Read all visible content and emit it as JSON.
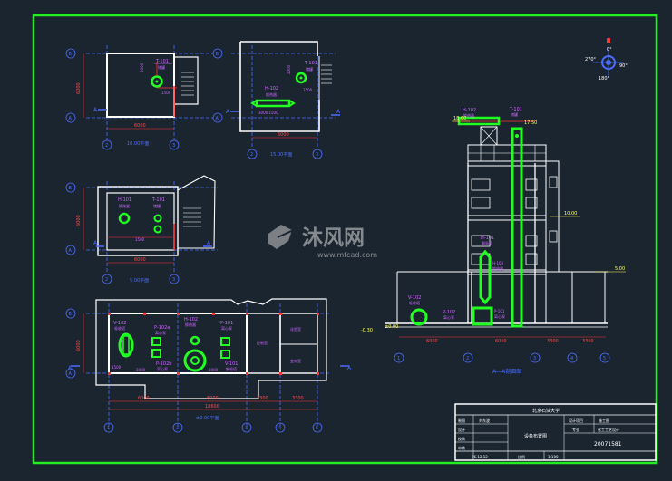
{
  "colors": {
    "background": "#1b2530",
    "frame": "#22ee22",
    "axis": "#4c6cff",
    "wall": "#ffffff",
    "equipment": "#22ff22",
    "label": "#cc66ff",
    "dimension": "#ff4a4a",
    "cyan": "#33e0ff",
    "yellow": "#ffff55"
  },
  "plan_top_left": {
    "scale_label": "10.00平面",
    "dim": "6000",
    "side_dim": "6000",
    "axis_left": [
      "B",
      "A"
    ],
    "axis_bottom": [
      "2",
      "3"
    ],
    "tag_t": "T-101"
  },
  "plan_top_right": {
    "scale_label": "15.00平面",
    "dim": "6000",
    "axis_left": [
      "B",
      "A"
    ],
    "axis_bottom": [
      "2",
      "3"
    ],
    "tag_t": "T-101",
    "tag_h": "H-102"
  },
  "plan_middle": {
    "scale_label": "5.00平面",
    "dim": "6000",
    "side_dim": "6000",
    "axis_left": [
      "B",
      "A"
    ],
    "axis_bottom": [
      "2",
      "3"
    ],
    "tag_h": "H-101",
    "tag_t": "T-101"
  },
  "plan_ground": {
    "scale_label": "±0.00平面",
    "axis_left": [
      "B",
      "A"
    ],
    "axis_bottom": [
      "1",
      "2",
      "3",
      "4",
      "5"
    ],
    "dims": [
      "6000",
      "6000",
      "3300",
      "3300"
    ],
    "total_dim": "18600",
    "side_dim": "6000",
    "tags": [
      "V-102",
      "P-102a",
      "H-102",
      "P-101",
      "P-102b",
      "V-101"
    ],
    "small_dims": [
      "2000",
      "1500",
      "2000"
    ]
  },
  "section": {
    "title": "A—A剖面图",
    "elevations": [
      "18.00",
      "17.50",
      "10.00",
      "5.00",
      "±0.00",
      "-0.30"
    ],
    "axis_bottom": [
      "1",
      "2",
      "3",
      "4",
      "5"
    ],
    "dims": [
      "6000",
      "6000",
      "3300",
      "3300"
    ],
    "tags": [
      "H-102",
      "T-101",
      "H-101",
      "V-102",
      "P-102"
    ]
  },
  "compass": {
    "north": "0°",
    "east": "90°",
    "south": "180°",
    "west": "270°"
  },
  "watermark": {
    "brand": "沐风网",
    "url": "www.mfcad.com"
  },
  "title_block": {
    "school": "北京石油大学",
    "drawing_name": "设备布置图",
    "drawing_no": "20071581",
    "date": "06.12.12",
    "scale": "1:100",
    "design_project": "设计项目",
    "construction": "施工图",
    "major": "专业",
    "process": "化工工艺设计",
    "row_labels": [
      "制图",
      "设计",
      "校核",
      "审核"
    ]
  }
}
